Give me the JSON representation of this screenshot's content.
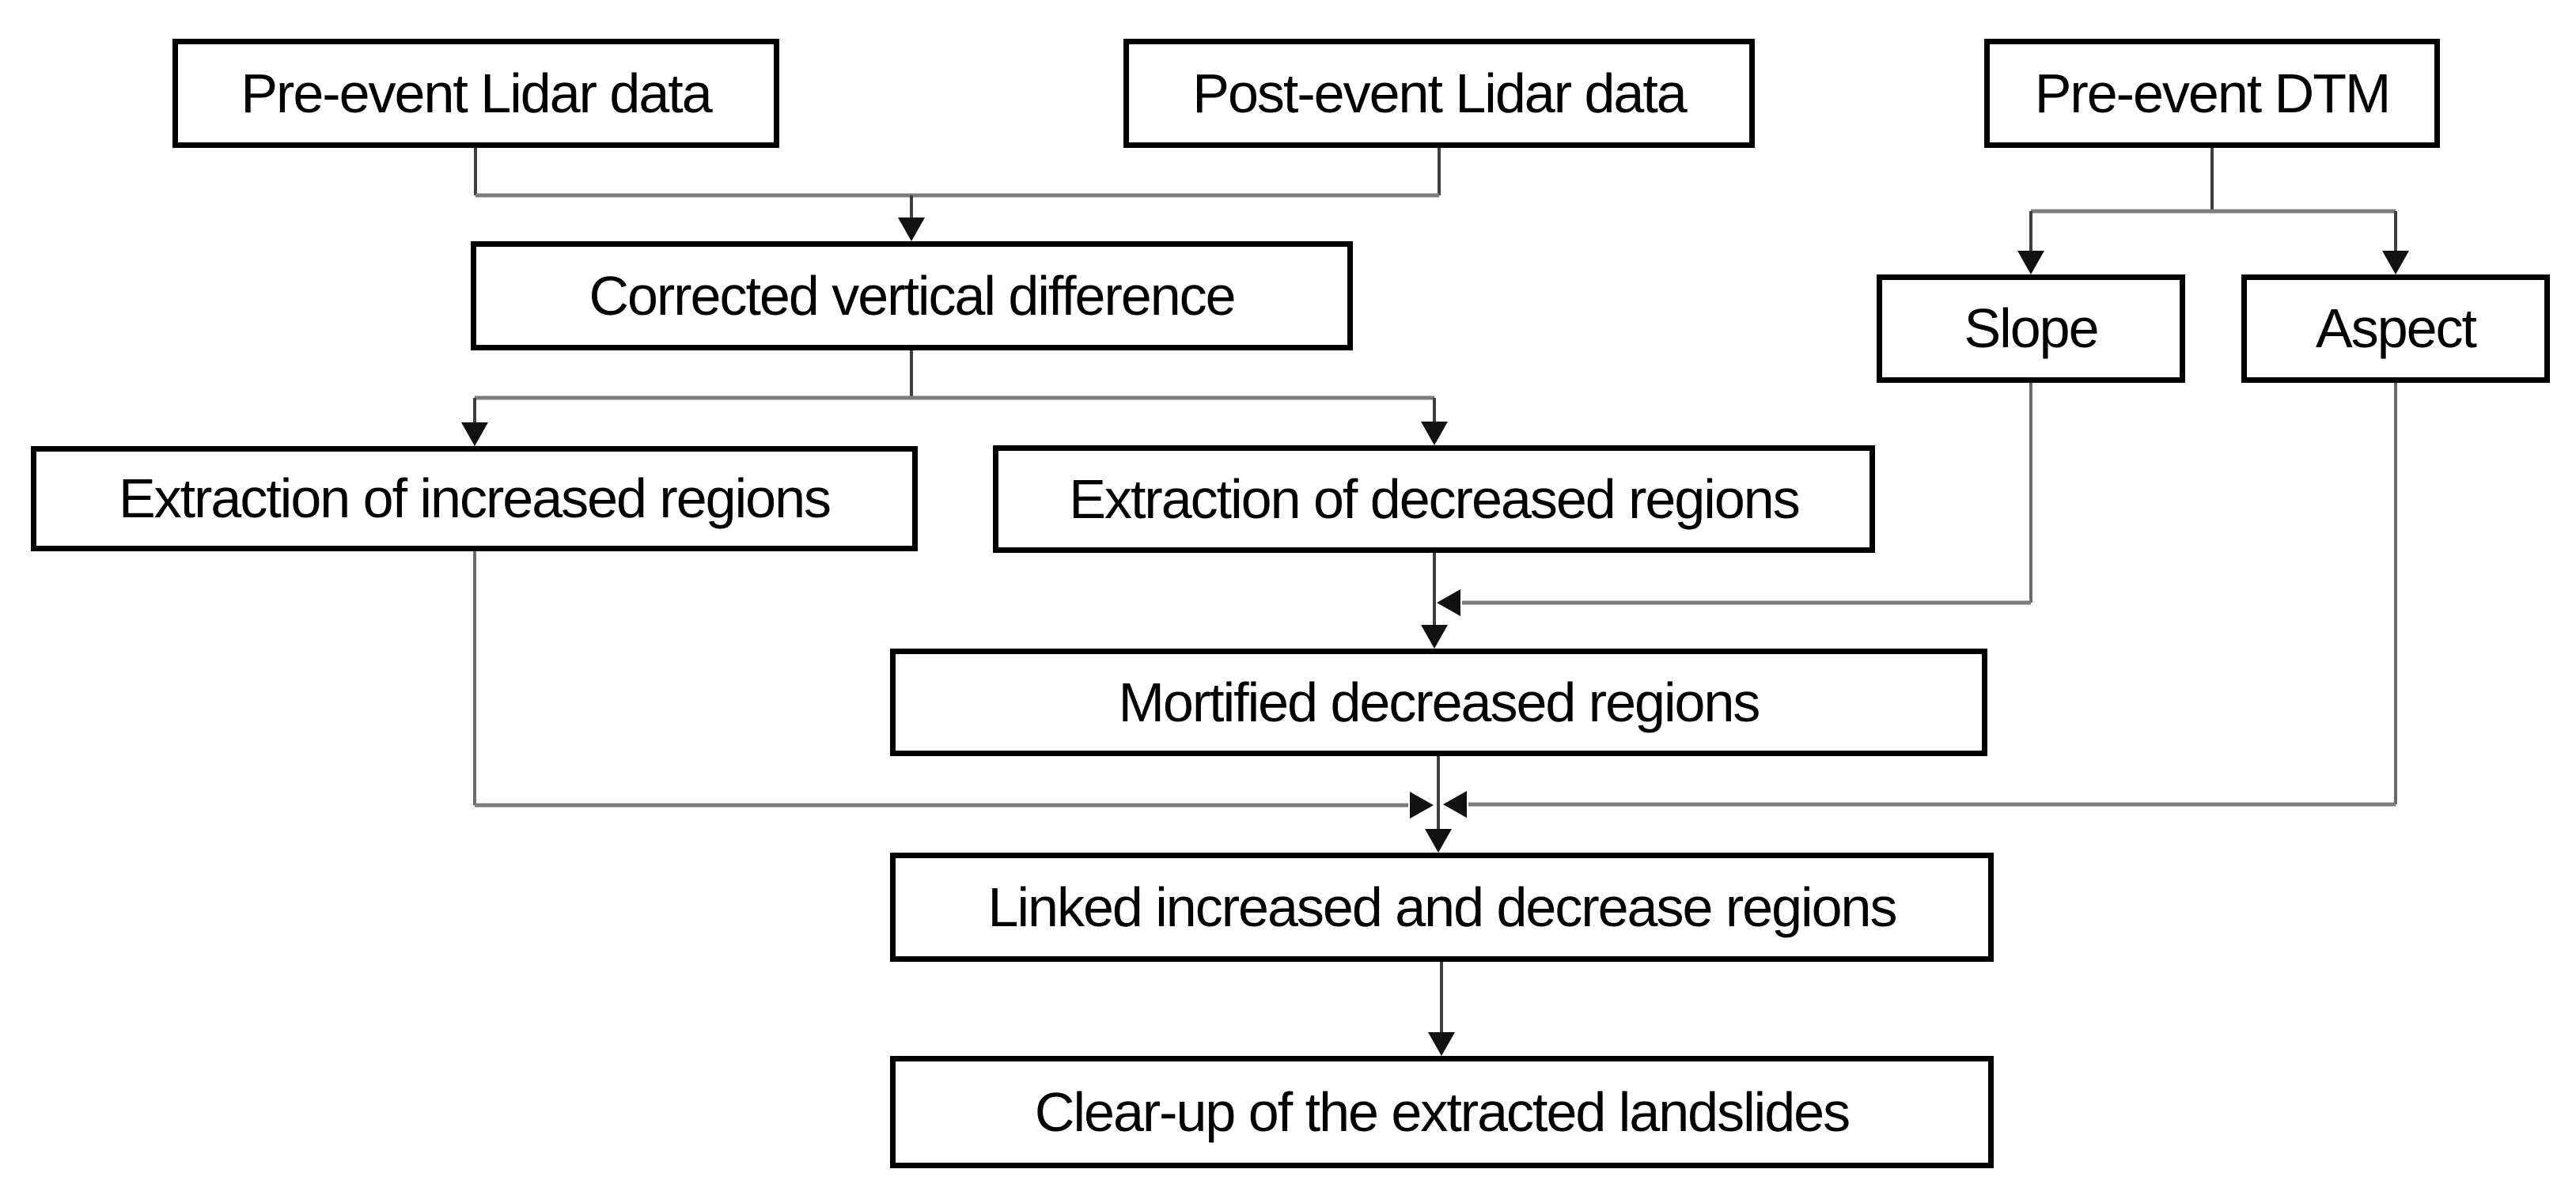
{
  "diagram": {
    "type": "flowchart",
    "background": "#ffffff",
    "nodes": [
      {
        "id": "pre-event-lidar",
        "label": "Pre-event Lidar data"
      },
      {
        "id": "post-event-lidar",
        "label": "Post-event Lidar data"
      },
      {
        "id": "pre-event-dtm",
        "label": "Pre-event DTM"
      },
      {
        "id": "corrected-vertical-difference",
        "label": "Corrected vertical difference"
      },
      {
        "id": "slope",
        "label": "Slope"
      },
      {
        "id": "aspect",
        "label": "Aspect"
      },
      {
        "id": "extraction-increased",
        "label": "Extraction of increased regions"
      },
      {
        "id": "extraction-decreased",
        "label": "Extraction of decreased regions"
      },
      {
        "id": "mortified-decreased",
        "label": "Mortified decreased regions"
      },
      {
        "id": "linked-regions",
        "label": "Linked increased and decrease regions"
      },
      {
        "id": "clear-up",
        "label": "Clear-up of the extracted landslides"
      }
    ],
    "edges": [
      {
        "from": "pre-event-lidar",
        "to": "corrected-vertical-difference"
      },
      {
        "from": "post-event-lidar",
        "to": "corrected-vertical-difference"
      },
      {
        "from": "pre-event-dtm",
        "to": "slope"
      },
      {
        "from": "pre-event-dtm",
        "to": "aspect"
      },
      {
        "from": "corrected-vertical-difference",
        "to": "extraction-increased"
      },
      {
        "from": "corrected-vertical-difference",
        "to": "extraction-decreased"
      },
      {
        "from": "extraction-decreased",
        "to": "mortified-decreased"
      },
      {
        "from": "slope",
        "to": "mortified-decreased"
      },
      {
        "from": "mortified-decreased",
        "to": "linked-regions"
      },
      {
        "from": "extraction-increased",
        "to": "linked-regions"
      },
      {
        "from": "aspect",
        "to": "linked-regions"
      },
      {
        "from": "linked-regions",
        "to": "clear-up"
      }
    ],
    "colors": {
      "box_fill": "#ffffff",
      "box_border": "#000000",
      "trunk_line": "#7d7d7d",
      "branch_line": "#6a6a6a",
      "stub_line": "#3f3f3f",
      "arrowhead": "#111111",
      "text": "#000000"
    }
  }
}
